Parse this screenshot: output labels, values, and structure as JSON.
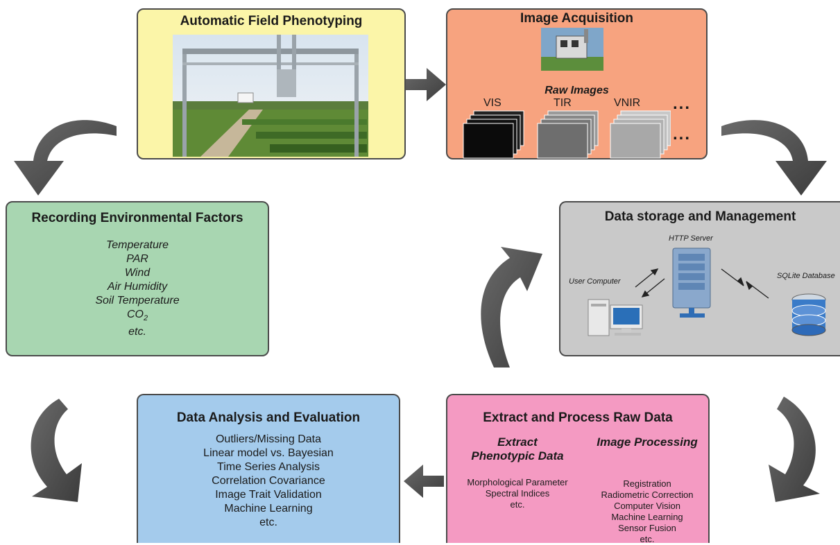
{
  "field": {
    "title": "Automatic Field Phenotyping"
  },
  "acquisition": {
    "title": "Image Acquisition",
    "raw_images": "Raw Images",
    "sensors": [
      "VIS",
      "TIR",
      "VNIR"
    ],
    "ellipsis": "..."
  },
  "environment": {
    "title": "Recording Environmental Factors",
    "factors": [
      "Temperature",
      "PAR",
      "Wind",
      "Air Humidity",
      "Soil Temperature"
    ],
    "co2_base": "CO",
    "co2_sub": "2",
    "etc": "etc."
  },
  "storage": {
    "title": "Data storage and Management",
    "server": "HTTP Server",
    "user": "User Computer",
    "db": "SQLite Database"
  },
  "analysis": {
    "title": "Data Analysis and Evaluation",
    "items": [
      "Outliers/Missing Data",
      "Linear model vs. Bayesian",
      "Time Series Analysis",
      "Correlation Covariance",
      "Image Trait Validation",
      "Machine Learning",
      "etc."
    ]
  },
  "extract": {
    "title": "Extract and Process Raw Data",
    "left_heading_1": "Extract",
    "left_heading_2": "Phenotypic Data",
    "left_items": [
      "Morphological Parameter",
      "Spectral Indices",
      "etc."
    ],
    "right_heading": "Image Processing",
    "right_items": [
      "Registration",
      "Radiometric Correction",
      "Computer Vision",
      "Machine Learning",
      "Sensor Fusion",
      "etc."
    ]
  },
  "colors": {
    "field_bg": "#fbf5a8",
    "acquisition_bg": "#f7a37f",
    "environment_bg": "#a8d6b1",
    "storage_bg": "#c9c9c9",
    "analysis_bg": "#a4cbec",
    "extract_bg": "#f49ac2",
    "arrow": "#545454"
  }
}
